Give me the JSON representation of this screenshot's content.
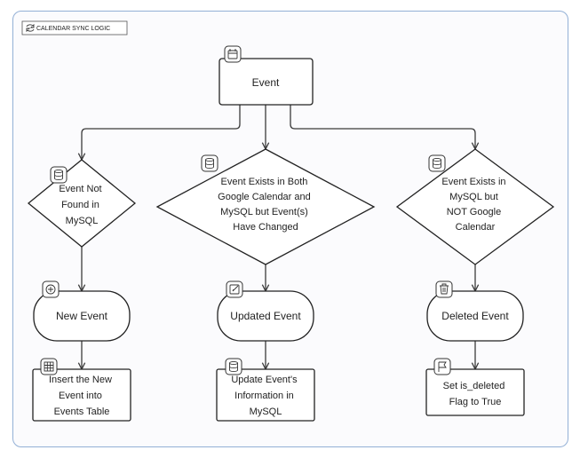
{
  "title_tag": {
    "label": "CALENDAR SYNC LOGIC",
    "icon": "sync-icon"
  },
  "root": {
    "label": "Event",
    "icon": "calendar-icon"
  },
  "branches": [
    {
      "condition": {
        "lines": [
          "Event Not",
          "Found in",
          "MySQL"
        ],
        "icon": "database-icon"
      },
      "state": {
        "label": "New Event",
        "icon": "plus-circle-icon"
      },
      "action": {
        "lines": [
          "Insert the New",
          "Event into",
          "Events Table"
        ],
        "icon": "table-icon"
      }
    },
    {
      "condition": {
        "lines": [
          "Event Exists in Both",
          "Google Calendar and",
          "MySQL but Event(s)",
          "Have Changed"
        ],
        "icon": "database-icon"
      },
      "state": {
        "label": "Updated Event",
        "icon": "edit-icon"
      },
      "action": {
        "lines": [
          "Update Event's",
          "Information in",
          "MySQL"
        ],
        "icon": "database-icon"
      }
    },
    {
      "condition": {
        "lines": [
          "Event Exists in",
          "MySQL but",
          "NOT Google",
          "Calendar"
        ],
        "icon": "database-icon"
      },
      "state": {
        "label": "Deleted Event",
        "icon": "trash-icon"
      },
      "action": {
        "lines": [
          "Set is_deleted",
          "Flag to True"
        ],
        "icon": "flag-icon"
      }
    }
  ]
}
